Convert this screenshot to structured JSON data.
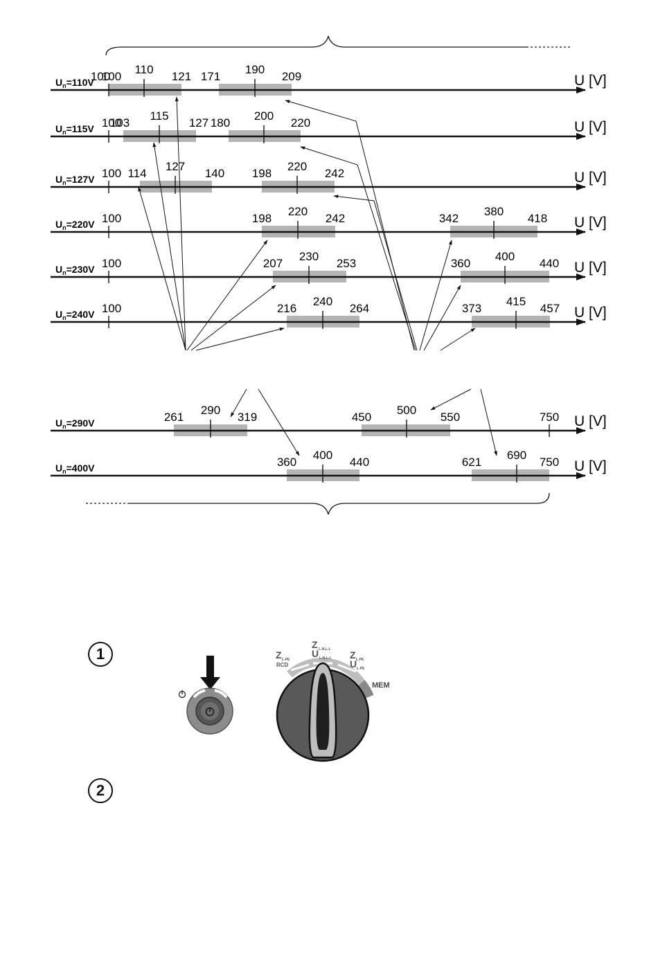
{
  "diagram": {
    "axis_unit": "U [V]",
    "voltage_rows": [
      {
        "name": "110",
        "label_main": "U",
        "label_sub": "n",
        "label_rest": "=110V",
        "ticks": [
          {
            "label": "100"
          }
        ],
        "bands": [
          {
            "low": "100",
            "nominal": "110",
            "high": "121"
          },
          {
            "low": "171",
            "nominal": "190",
            "high": "209"
          }
        ]
      },
      {
        "name": "115",
        "label_main": "U",
        "label_sub": "n",
        "label_rest": "=115V",
        "ticks": [
          {
            "label": "100"
          }
        ],
        "bands": [
          {
            "low": "103",
            "nominal": "115",
            "high": "127"
          },
          {
            "low": "180",
            "nominal": "200",
            "high": "220"
          }
        ]
      },
      {
        "name": "127",
        "label_main": "U",
        "label_sub": "n",
        "label_rest": "=127V",
        "ticks": [
          {
            "label": "100"
          }
        ],
        "bands": [
          {
            "low": "114",
            "nominal": "127",
            "high": "140"
          },
          {
            "low": "198",
            "nominal": "220",
            "high": "242"
          }
        ]
      },
      {
        "name": "220",
        "label_main": "U",
        "label_sub": "n",
        "label_rest": "=220V",
        "ticks": [
          {
            "label": "100"
          }
        ],
        "bands": [
          {
            "low": "198",
            "nominal": "220",
            "high": "242"
          },
          {
            "low": "342",
            "nominal": "380",
            "high": "418"
          }
        ]
      },
      {
        "name": "230",
        "label_main": "U",
        "label_sub": "n",
        "label_rest": "=230V",
        "ticks": [
          {
            "label": "100"
          }
        ],
        "bands": [
          {
            "low": "207",
            "nominal": "230",
            "high": "253"
          },
          {
            "low": "360",
            "nominal": "400",
            "high": "440"
          }
        ]
      },
      {
        "name": "240",
        "label_main": "U",
        "label_sub": "n",
        "label_rest": "=240V",
        "ticks": [
          {
            "label": "100"
          }
        ],
        "bands": [
          {
            "low": "216",
            "nominal": "240",
            "high": "264"
          },
          {
            "low": "373",
            "nominal": "415",
            "high": "457"
          }
        ]
      },
      {
        "name": "290",
        "label_main": "U",
        "label_sub": "n",
        "label_rest": "=290V",
        "ticks": [
          {
            "label": "750"
          }
        ],
        "bands": [
          {
            "low": "261",
            "nominal": "290",
            "high": "319"
          },
          {
            "low": "450",
            "nominal": "500",
            "high": "550"
          }
        ]
      },
      {
        "name": "400",
        "label_main": "U",
        "label_sub": "n",
        "label_rest": "=400V",
        "ticks": [],
        "bands": [
          {
            "low": "360",
            "nominal": "400",
            "high": "440"
          },
          {
            "low": "621",
            "nominal": "690",
            "high": "750"
          }
        ]
      }
    ]
  },
  "steps": [
    {
      "number": "1"
    },
    {
      "number": "2"
    }
  ],
  "dial": {
    "positions": [
      {
        "main": "Z",
        "sub": "L-PE",
        "extra": "RCD"
      },
      {
        "main": "Z",
        "sub": "L-N,L-L",
        "extra": "U",
        "extra_sub": "L-N,L-L"
      },
      {
        "main": "Z",
        "sub": "L-PE",
        "extra": "U",
        "extra_sub": "L-PE"
      },
      {
        "main": "MEM"
      }
    ]
  }
}
